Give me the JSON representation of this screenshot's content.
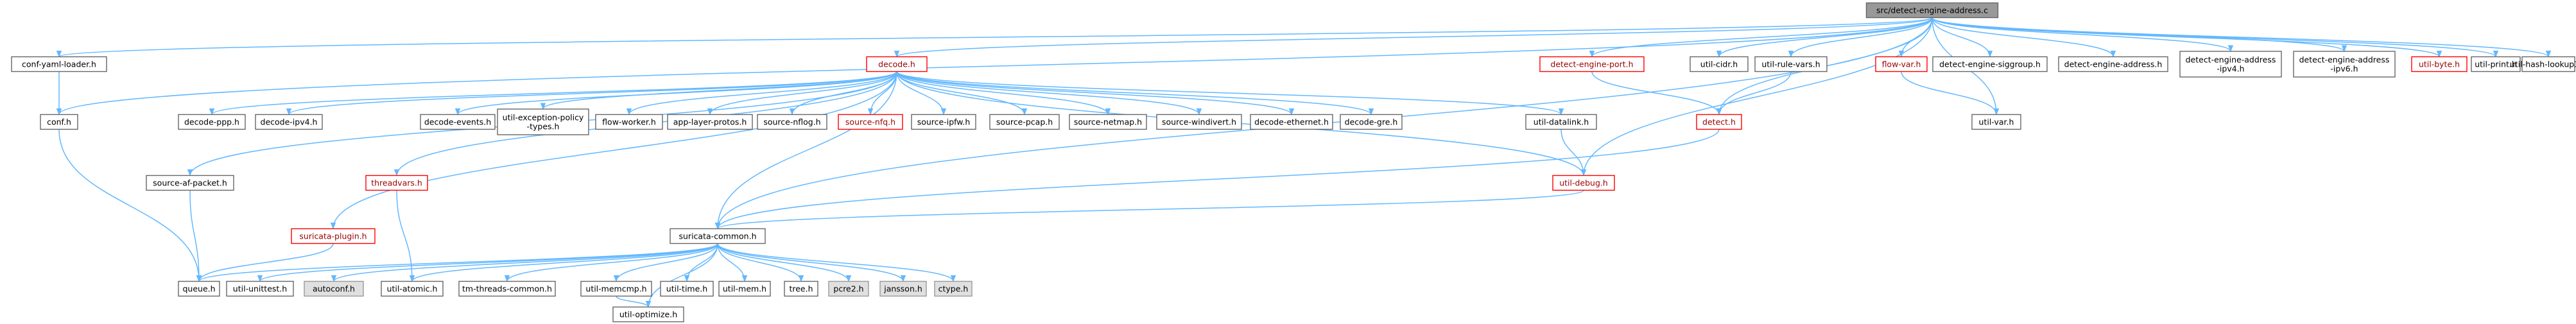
{
  "colors": {
    "edge": "#63b8ff",
    "default_fill": "#ffffff",
    "default_border": "#666666",
    "default_text": "#000000",
    "root_fill": "#999999",
    "root_border": "#666666",
    "truncated_border": "#ff0000",
    "truncated_text": "#9a0000",
    "external_fill": "#e0e0e0",
    "external_border": "#999999"
  },
  "nodes": [
    {
      "id": "root",
      "label": "src/detect-engine-address.c",
      "kind": "root"
    },
    {
      "id": "conf-yaml-loader",
      "label": "conf-yaml-loader.h",
      "kind": "normal"
    },
    {
      "id": "conf",
      "label": "conf.h",
      "kind": "normal"
    },
    {
      "id": "decode",
      "label": "decode.h",
      "kind": "truncated"
    },
    {
      "id": "detect-engine-port",
      "label": "detect-engine-port.h",
      "kind": "truncated"
    },
    {
      "id": "util-cidr",
      "label": "util-cidr.h",
      "kind": "normal"
    },
    {
      "id": "util-rule-vars",
      "label": "util-rule-vars.h",
      "kind": "normal"
    },
    {
      "id": "flow-var",
      "label": "flow-var.h",
      "kind": "truncated"
    },
    {
      "id": "detect-engine-siggroup",
      "label": "detect-engine-siggroup.h",
      "kind": "normal"
    },
    {
      "id": "detect-engine-address",
      "label": "detect-engine-address.h",
      "kind": "normal"
    },
    {
      "id": "detect-engine-address-ipv4",
      "label": [
        "detect-engine-address",
        "-ipv4.h"
      ],
      "kind": "normal"
    },
    {
      "id": "detect-engine-address-ipv6",
      "label": [
        "detect-engine-address",
        "-ipv6.h"
      ],
      "kind": "normal"
    },
    {
      "id": "util-byte",
      "label": "util-byte.h",
      "kind": "truncated"
    },
    {
      "id": "util-print",
      "label": "util-print.h",
      "kind": "normal"
    },
    {
      "id": "util-hash-lookup3",
      "label": "util-hash-lookup3.h",
      "kind": "normal"
    },
    {
      "id": "decode-ppp",
      "label": "decode-ppp.h",
      "kind": "normal"
    },
    {
      "id": "decode-ipv4",
      "label": "decode-ipv4.h",
      "kind": "normal"
    },
    {
      "id": "decode-events",
      "label": "decode-events.h",
      "kind": "normal"
    },
    {
      "id": "util-exception-policy-types",
      "label": [
        "util-exception-policy",
        "-types.h"
      ],
      "kind": "normal"
    },
    {
      "id": "flow-worker",
      "label": "flow-worker.h",
      "kind": "normal"
    },
    {
      "id": "app-layer-protos",
      "label": "app-layer-protos.h",
      "kind": "normal"
    },
    {
      "id": "source-nflog",
      "label": "source-nflog.h",
      "kind": "normal"
    },
    {
      "id": "source-nfq",
      "label": "source-nfq.h",
      "kind": "truncated"
    },
    {
      "id": "source-ipfw",
      "label": "source-ipfw.h",
      "kind": "normal"
    },
    {
      "id": "source-pcap",
      "label": "source-pcap.h",
      "kind": "normal"
    },
    {
      "id": "source-netmap",
      "label": "source-netmap.h",
      "kind": "normal"
    },
    {
      "id": "source-windivert",
      "label": "source-windivert.h",
      "kind": "normal"
    },
    {
      "id": "decode-ethernet",
      "label": "decode-ethernet.h",
      "kind": "normal"
    },
    {
      "id": "decode-gre",
      "label": "decode-gre.h",
      "kind": "normal"
    },
    {
      "id": "util-datalink",
      "label": "util-datalink.h",
      "kind": "normal"
    },
    {
      "id": "detect",
      "label": "detect.h",
      "kind": "truncated"
    },
    {
      "id": "util-var",
      "label": "util-var.h",
      "kind": "normal"
    },
    {
      "id": "source-af-packet",
      "label": "source-af-packet.h",
      "kind": "normal"
    },
    {
      "id": "threadvars",
      "label": "threadvars.h",
      "kind": "truncated"
    },
    {
      "id": "util-debug",
      "label": "util-debug.h",
      "kind": "truncated"
    },
    {
      "id": "suricata-plugin",
      "label": "suricata-plugin.h",
      "kind": "truncated"
    },
    {
      "id": "suricata-common",
      "label": "suricata-common.h",
      "kind": "normal"
    },
    {
      "id": "queue",
      "label": "queue.h",
      "kind": "normal"
    },
    {
      "id": "util-unittest",
      "label": "util-unittest.h",
      "kind": "normal"
    },
    {
      "id": "autoconf",
      "label": "autoconf.h",
      "kind": "external"
    },
    {
      "id": "util-atomic",
      "label": "util-atomic.h",
      "kind": "normal"
    },
    {
      "id": "tm-threads-common",
      "label": "tm-threads-common.h",
      "kind": "normal"
    },
    {
      "id": "util-memcmp",
      "label": "util-memcmp.h",
      "kind": "normal"
    },
    {
      "id": "util-time",
      "label": "util-time.h",
      "kind": "normal"
    },
    {
      "id": "util-mem",
      "label": "util-mem.h",
      "kind": "normal"
    },
    {
      "id": "tree",
      "label": "tree.h",
      "kind": "normal"
    },
    {
      "id": "pcre2",
      "label": "pcre2.h",
      "kind": "external"
    },
    {
      "id": "jansson",
      "label": "jansson.h",
      "kind": "external"
    },
    {
      "id": "ctype",
      "label": "ctype.h",
      "kind": "external"
    },
    {
      "id": "util-optimize",
      "label": "util-optimize.h",
      "kind": "normal"
    }
  ],
  "edges": [
    [
      "root",
      "conf-yaml-loader"
    ],
    [
      "root",
      "conf"
    ],
    [
      "root",
      "decode"
    ],
    [
      "root",
      "detect-engine-port"
    ],
    [
      "root",
      "util-cidr"
    ],
    [
      "root",
      "util-rule-vars"
    ],
    [
      "root",
      "flow-var"
    ],
    [
      "root",
      "detect-engine-siggroup"
    ],
    [
      "root",
      "detect-engine-address"
    ],
    [
      "root",
      "detect-engine-address-ipv4"
    ],
    [
      "root",
      "detect-engine-address-ipv6"
    ],
    [
      "root",
      "util-byte"
    ],
    [
      "root",
      "util-print"
    ],
    [
      "root",
      "util-hash-lookup3"
    ],
    [
      "root",
      "detect"
    ],
    [
      "root",
      "util-var"
    ],
    [
      "root",
      "util-debug"
    ],
    [
      "root",
      "suricata-common"
    ],
    [
      "conf-yaml-loader",
      "conf"
    ],
    [
      "conf",
      "queue"
    ],
    [
      "decode",
      "decode-ppp"
    ],
    [
      "decode",
      "decode-ipv4"
    ],
    [
      "decode",
      "decode-events"
    ],
    [
      "decode",
      "util-exception-policy-types"
    ],
    [
      "decode",
      "flow-worker"
    ],
    [
      "decode",
      "app-layer-protos"
    ],
    [
      "decode",
      "source-nflog"
    ],
    [
      "decode",
      "source-nfq"
    ],
    [
      "decode",
      "source-ipfw"
    ],
    [
      "decode",
      "source-pcap"
    ],
    [
      "decode",
      "source-netmap"
    ],
    [
      "decode",
      "source-windivert"
    ],
    [
      "decode",
      "decode-ethernet"
    ],
    [
      "decode",
      "decode-gre"
    ],
    [
      "decode",
      "util-datalink"
    ],
    [
      "decode",
      "source-af-packet"
    ],
    [
      "decode",
      "threadvars"
    ],
    [
      "decode",
      "suricata-plugin"
    ],
    [
      "decode",
      "util-debug"
    ],
    [
      "decode",
      "suricata-common"
    ],
    [
      "detect-engine-port",
      "detect"
    ],
    [
      "util-rule-vars",
      "detect"
    ],
    [
      "flow-var",
      "util-var"
    ],
    [
      "detect",
      "suricata-common"
    ],
    [
      "util-datalink",
      "util-debug"
    ],
    [
      "util-debug",
      "suricata-common"
    ],
    [
      "source-af-packet",
      "queue"
    ],
    [
      "threadvars",
      "util-atomic"
    ],
    [
      "suricata-plugin",
      "queue"
    ],
    [
      "suricata-common",
      "queue"
    ],
    [
      "suricata-common",
      "util-unittest"
    ],
    [
      "suricata-common",
      "autoconf"
    ],
    [
      "suricata-common",
      "util-atomic"
    ],
    [
      "suricata-common",
      "tm-threads-common"
    ],
    [
      "suricata-common",
      "util-memcmp"
    ],
    [
      "suricata-common",
      "util-time"
    ],
    [
      "suricata-common",
      "util-mem"
    ],
    [
      "suricata-common",
      "tree"
    ],
    [
      "suricata-common",
      "pcre2"
    ],
    [
      "suricata-common",
      "jansson"
    ],
    [
      "suricata-common",
      "ctype"
    ],
    [
      "suricata-common",
      "util-optimize"
    ],
    [
      "util-memcmp",
      "util-optimize"
    ]
  ]
}
